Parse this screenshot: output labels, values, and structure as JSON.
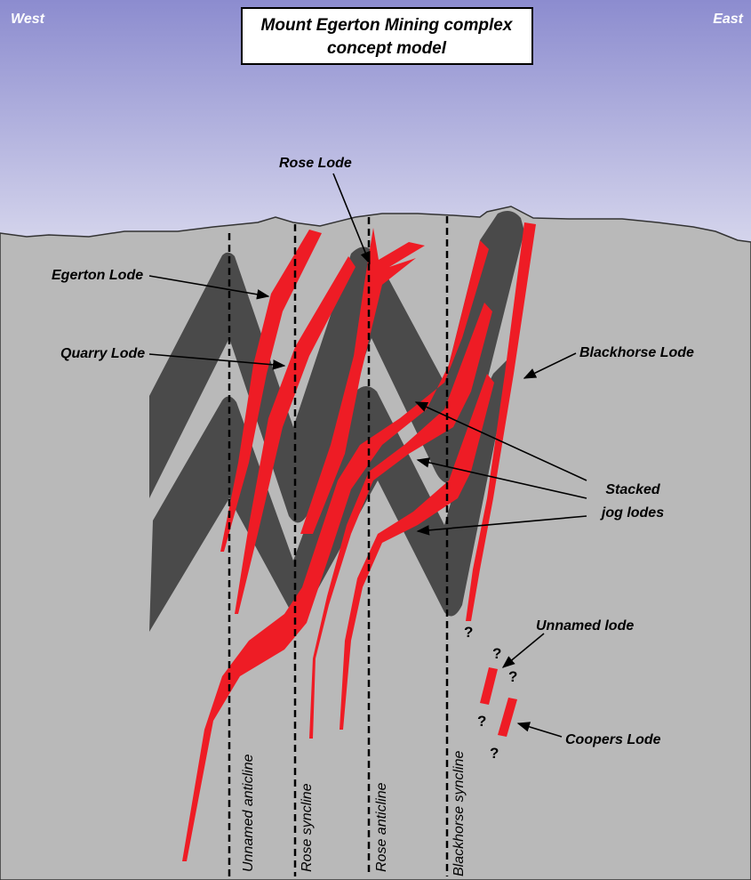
{
  "title": {
    "line1": "Mount Egerton Mining complex",
    "line2": "concept model"
  },
  "directions": {
    "west": "West",
    "east": "East"
  },
  "lode_labels": {
    "rose": "Rose Lode",
    "egerton": "Egerton Lode",
    "quarry": "Quarry Lode",
    "blackhorse": "Blackhorse Lode",
    "stacked_line1": "Stacked",
    "stacked_line2": "jog lodes",
    "unnamed": "Unnamed lode",
    "coopers": "Coopers Lode"
  },
  "fold_axes": [
    {
      "name": "Unnamed anticline"
    },
    {
      "name": "Rose syncline"
    },
    {
      "name": "Rose anticline"
    },
    {
      "name": "Blackhorse syncline"
    }
  ],
  "unknown_marker": "?",
  "colors": {
    "sky_top": "#8c8ccf",
    "sky_bottom": "#dcdcef",
    "ground": "#b9b9b9",
    "strata": "#4a4a4a",
    "lode": "#ee1c25"
  }
}
